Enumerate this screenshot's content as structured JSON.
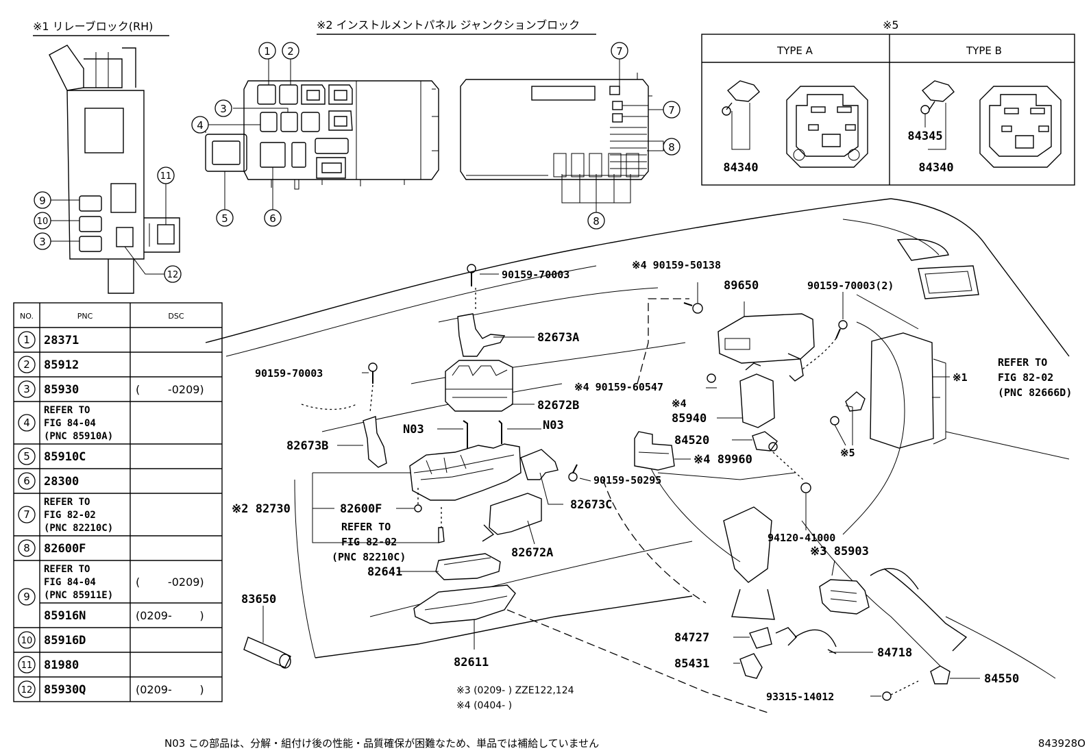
{
  "headings": {
    "relay_block": "※1 リレーブロック(RH)",
    "junction_block": "※2 インストルメントパネル  ジャンクションブロック",
    "note5": "※5"
  },
  "type_box": {
    "type_a": "TYPE A",
    "type_b": "TYPE B",
    "a_part": "84340",
    "b_part_upper": "84345",
    "b_part_lower": "84340"
  },
  "table": {
    "headers": [
      "NO.",
      "PNC",
      "DSC"
    ],
    "rows": [
      {
        "no": "1",
        "pnc": "28371",
        "dsc": ""
      },
      {
        "no": "2",
        "pnc": "85912",
        "dsc": ""
      },
      {
        "no": "3",
        "pnc": "85930",
        "dsc": "(        -0209)"
      },
      {
        "no": "4",
        "pnc": "REFER TO\nFIG 84-04\n(PNC 85910A)",
        "dsc": ""
      },
      {
        "no": "5",
        "pnc": "85910C",
        "dsc": ""
      },
      {
        "no": "6",
        "pnc": "28300",
        "dsc": ""
      },
      {
        "no": "7",
        "pnc": "REFER TO\nFIG 82-02\n(PNC 82210C)",
        "dsc": ""
      },
      {
        "no": "8",
        "pnc": "82600F",
        "dsc": ""
      },
      {
        "no": "9",
        "pnc": "REFER TO\nFIG 84-04\n(PNC 85911E)",
        "dsc": "(        -0209)"
      },
      {
        "no": "",
        "pnc": "85916N",
        "dsc": "(0209-        )"
      },
      {
        "no": "10",
        "pnc": "85916D",
        "dsc": ""
      },
      {
        "no": "11",
        "pnc": "81980",
        "dsc": ""
      },
      {
        "no": "12",
        "pnc": "85930Q",
        "dsc": "(0209-        )"
      }
    ]
  },
  "callouts": {
    "c90159_70003_top": "90159-70003",
    "c82673A": "82673A",
    "c90159_70003_left": "90159-70003",
    "c82672B": "82672B",
    "cN03_left": "N03",
    "cN03_right": "N03",
    "c82673B": "82673B",
    "c82730": "※2 82730",
    "c82600F": "82600F",
    "refer_lines": [
      "REFER TO",
      "FIG 82-02",
      "(PNC 82210C)"
    ],
    "c90159_50295": "90159-50295",
    "c82673C": "82673C",
    "c82672A": "82672A",
    "c82641": "82641",
    "c83650": "83650",
    "c82611": "82611",
    "c90159_50138": "※4 90159-50138",
    "c89650": "89650",
    "c90159_70003_2": "90159-70003(2)",
    "c90159_60547": "※4 90159-60547",
    "c85940_note": "※4",
    "c85940": "85940",
    "c84520": "84520",
    "c89960": "※4 89960",
    "c94120_41000": "94120-41000",
    "c85903": "※3 85903",
    "c84727": "84727",
    "c85431": "85431",
    "c84718": "84718",
    "c93315_14012": "93315-14012",
    "c84550": "84550",
    "refer_rh_lines": [
      "REFER TO",
      "FIG 82-02",
      "(PNC 82666D)"
    ],
    "c_rh_mark": "※1",
    "c_note5": "※5"
  },
  "footnotes": {
    "n3": "※3  (0209-        ) ZZE122,124",
    "n4": "※4  (0404-        )",
    "n03": "N03   この部品は、分解・組付け後の性能・品質確保が困難なため、単品では補給していません",
    "fig_code": "843928O"
  }
}
